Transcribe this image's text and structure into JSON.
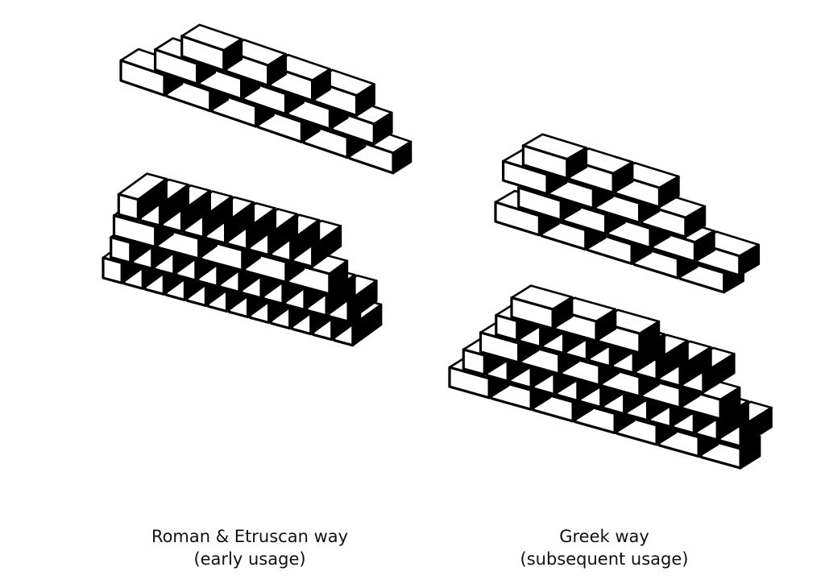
{
  "captions": {
    "left": {
      "line1": "Roman & Etruscan way",
      "line2": "(early usage)"
    },
    "right": {
      "line1": "Greek way",
      "line2": "(subsequent usage)"
    }
  },
  "colors": {
    "ink": "#000000",
    "brick_face": "#ffffff",
    "background": "#ffffff"
  },
  "figures": [
    {
      "name": "roman-wall-top"
    },
    {
      "name": "roman-wall-bottom"
    },
    {
      "name": "greek-wall-top"
    },
    {
      "name": "greek-wall-bottom"
    }
  ]
}
